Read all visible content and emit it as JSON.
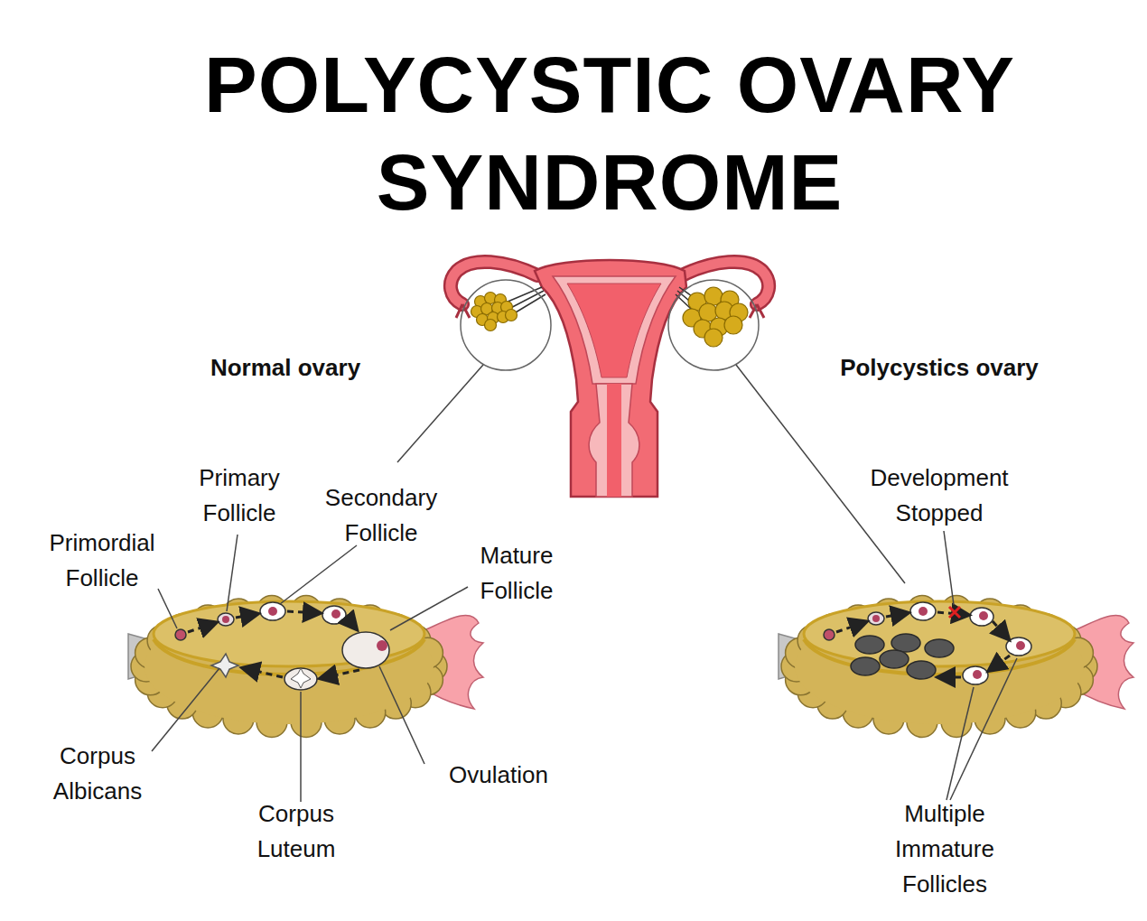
{
  "diagram": {
    "title": "POLYCYSTIC OVARY SYNDROME",
    "labels": [
      "Normal ovary",
      "Polycystics ovary",
      "Primary Follicle",
      "Secondary Follicle",
      "Primordial Follicle",
      "Mature Follicle",
      "Corpus Albicans",
      "Corpus Luteum",
      "Ovulation",
      "Development Stopped",
      "Multiple Immature Follicles"
    ]
  }
}
